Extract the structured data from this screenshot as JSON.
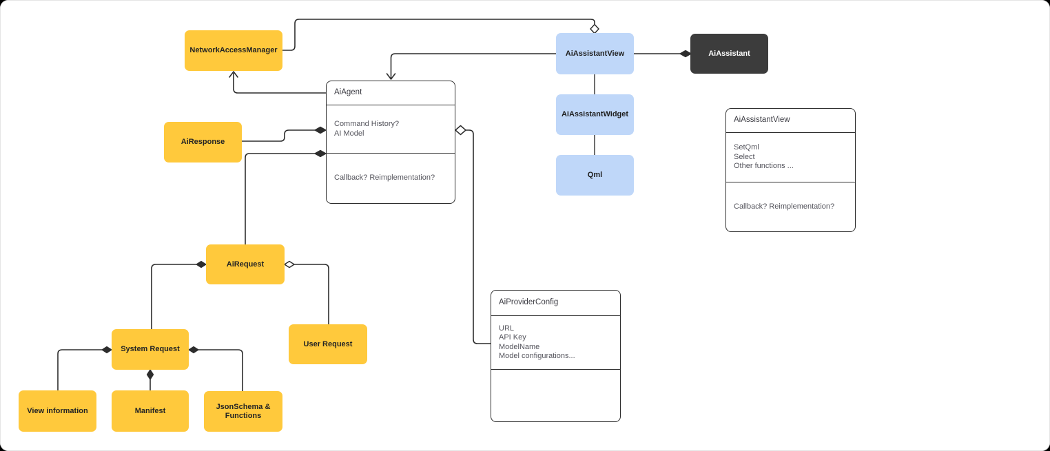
{
  "palette": {
    "node_yellow": "#FFC93C",
    "node_blue": "#BFD7F9",
    "node_dark": "#3C3C3C",
    "edge_line": "#2D2D2D",
    "class_border": "#2D2D2D",
    "node_label_text": "#242424",
    "dark_node_label_text": "#FFFFFF",
    "class_member_text": "#54545C",
    "canvas_background": "#FFFFFF"
  },
  "nodes": {
    "networkAccessManager": {
      "label": "NetworkAccessManager"
    },
    "aiResponse": {
      "label": "AiResponse"
    },
    "aiRequest": {
      "label": "AiRequest"
    },
    "userRequest": {
      "label": "User Request"
    },
    "systemRequest": {
      "label": "System Request"
    },
    "viewInformation": {
      "label": "View information"
    },
    "manifest": {
      "label": "Manifest"
    },
    "jsonSchemaFunctions": {
      "label": "JsonSchema & Functions"
    },
    "aiAssistantView": {
      "label": "AiAssistantView"
    },
    "aiAssistant": {
      "label": "AiAssistant"
    },
    "aiAssistantWidget": {
      "label": "AiAssistantWidget"
    },
    "qml": {
      "label": "Qml"
    }
  },
  "classes": {
    "aiAgent": {
      "title": "AiAgent",
      "attributes": [
        "Command History?",
        "AI Model"
      ],
      "operations": [
        "Callback? Reimplementation?"
      ]
    },
    "aiProviderConfig": {
      "title": "AiProviderConfig",
      "attributes": [
        "URL",
        "API Key",
        "ModelName",
        "Model configurations..."
      ],
      "operations": []
    },
    "aiAssistantViewClass": {
      "title": "AiAssistantView",
      "attributes": [
        "SetQml",
        "Select",
        "Other functions ..."
      ],
      "operations": [
        "Callback? Reimplementation?"
      ]
    }
  },
  "edges": [
    {
      "source": "NetworkAccessManager",
      "target": "AiAssistantView",
      "type": "aggregation",
      "open_diamond_at": "AiAssistantView"
    },
    {
      "source": "AiAssistantView",
      "target": "AiAgent",
      "type": "directed",
      "arrow_at": "AiAgent"
    },
    {
      "source": "AiAgent",
      "target": "NetworkAccessManager",
      "type": "directed",
      "arrow_at": "NetworkAccessManager"
    },
    {
      "source": "AiResponse",
      "target": "AiAgent",
      "type": "composition",
      "filled_diamond_at": "AiAgent"
    },
    {
      "source": "AiRequest",
      "target": "AiAgent",
      "type": "composition",
      "filled_diamond_at": "AiAgent"
    },
    {
      "source": "AiAgent",
      "target": "AiProviderConfig",
      "type": "aggregation",
      "open_diamond_at": "AiAgent"
    },
    {
      "source": "AiAssistantView",
      "target": "AiAssistant",
      "type": "composition",
      "filled_diamond_at": "AiAssistant"
    },
    {
      "source": "AiAssistantView",
      "target": "AiAssistantWidget",
      "type": "association"
    },
    {
      "source": "AiAssistantWidget",
      "target": "Qml",
      "type": "association"
    },
    {
      "source": "SystemRequest",
      "target": "AiRequest",
      "type": "composition",
      "filled_diamond_at": "AiRequest"
    },
    {
      "source": "UserRequest",
      "target": "AiRequest",
      "type": "aggregation",
      "open_diamond_at": "AiRequest"
    },
    {
      "source": "ViewInformation",
      "target": "SystemRequest",
      "type": "composition",
      "filled_diamond_at": "SystemRequest"
    },
    {
      "source": "Manifest",
      "target": "SystemRequest",
      "type": "composition",
      "filled_diamond_at": "SystemRequest"
    },
    {
      "source": "JsonSchema & Functions",
      "target": "SystemRequest",
      "type": "composition",
      "filled_diamond_at": "SystemRequest"
    }
  ]
}
